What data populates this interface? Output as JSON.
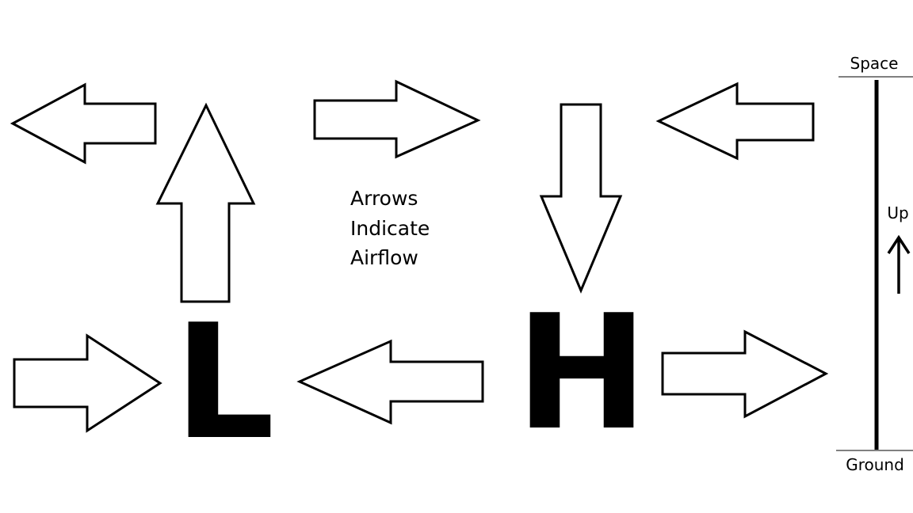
{
  "diagram": {
    "legend_lines": [
      "Arrows",
      "Indicate",
      "Airflow"
    ],
    "low_letter": "L",
    "high_letter": "H",
    "low_color": "#ed1c24",
    "high_color": "#3f48cc",
    "scale": {
      "top_label": "Space",
      "bottom_label": "Ground",
      "direction_label": "Up"
    },
    "arrows": [
      {
        "id": "top-left",
        "direction": "left"
      },
      {
        "id": "low-updraft",
        "direction": "up"
      },
      {
        "id": "top-middle",
        "direction": "right"
      },
      {
        "id": "high-downdraft",
        "direction": "down"
      },
      {
        "id": "top-right",
        "direction": "left"
      },
      {
        "id": "bottom-left",
        "direction": "right"
      },
      {
        "id": "bottom-middle",
        "direction": "left"
      },
      {
        "id": "bottom-right",
        "direction": "right"
      }
    ]
  }
}
